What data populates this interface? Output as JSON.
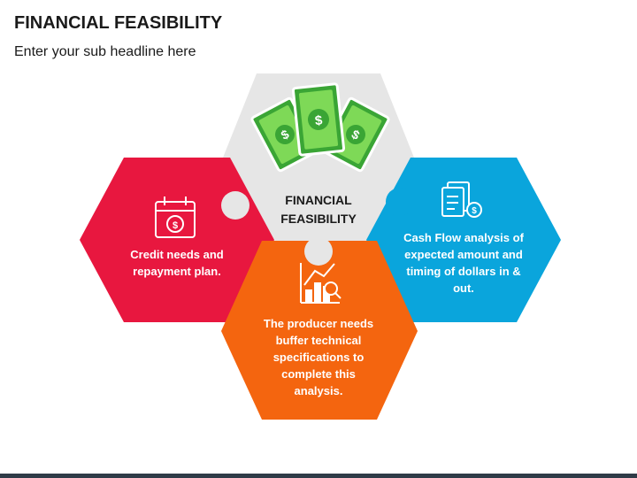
{
  "header": {
    "title": "FINANCIAL FEASIBILITY",
    "subtitle": "Enter your sub headline here"
  },
  "center": {
    "line1": "FINANCIAL",
    "line2": "FEASIBILITY",
    "icon": "money-bills-icon",
    "color": "#e6e6e6"
  },
  "left": {
    "text": "Credit needs and repayment plan.",
    "icon": "calendar-dollar-icon",
    "color": "#e8173f"
  },
  "right": {
    "text": "Cash Flow analysis of expected amount and timing of dollars in & out.",
    "icon": "document-dollar-icon",
    "color": "#0aa5dc"
  },
  "bottom": {
    "text": "The producer needs buffer technical specifications to complete this analysis.",
    "icon": "growth-chart-icon",
    "color": "#f4650f"
  }
}
